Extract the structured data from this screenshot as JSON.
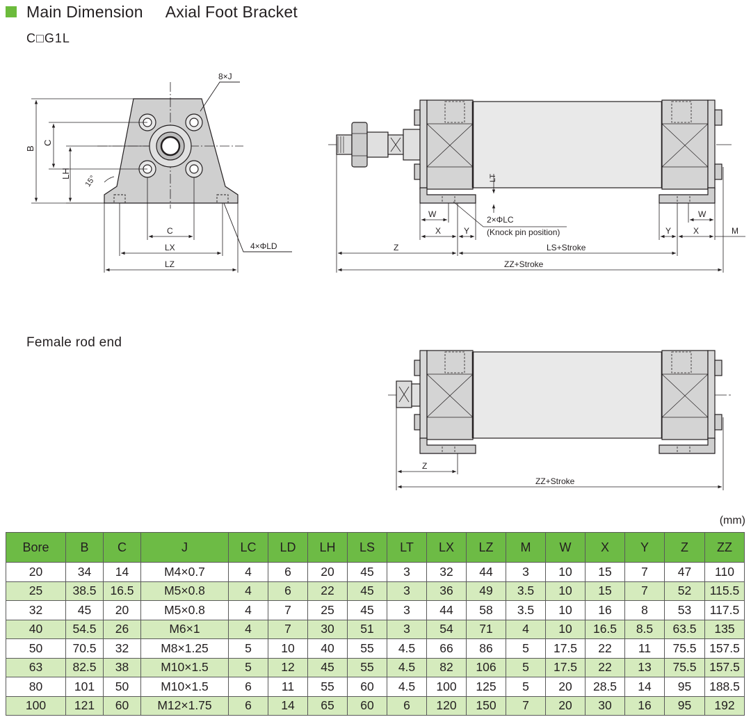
{
  "header": {
    "title": "Main Dimension",
    "subtitle": "Axial Foot Bracket",
    "model": "C□G1L",
    "bullet_color": "#6cbb3c"
  },
  "front_view": {
    "labels": {
      "j": "8×J",
      "b": "B",
      "c_vert": "C",
      "lh": "LH",
      "angle": "15°",
      "c": "C",
      "lx": "LX",
      "lz": "LZ",
      "ld": "4×ΦLD"
    }
  },
  "side_view": {
    "labels": {
      "lt": "LT",
      "w_left": "W",
      "lc": "2×ΦLC",
      "knock": "(Knock pin position)",
      "x_left": "X",
      "y_left": "Y",
      "y_right": "Y",
      "x_right": "X",
      "w_right": "W",
      "m": "M",
      "z": "Z",
      "ls": "LS+Stroke",
      "zz": "ZZ+Stroke"
    }
  },
  "female_view": {
    "heading": "Female rod end",
    "labels": {
      "z": "Z",
      "zz": "ZZ+Stroke"
    }
  },
  "table": {
    "unit": "(mm)",
    "header_color": "#6dbb45",
    "stripe_color": "#d5ebbd",
    "columns": [
      "Bore",
      "B",
      "C",
      "J",
      "LC",
      "LD",
      "LH",
      "LS",
      "LT",
      "LX",
      "LZ",
      "M",
      "W",
      "X",
      "Y",
      "Z",
      "ZZ"
    ],
    "rows": [
      [
        "20",
        "34",
        "14",
        "M4×0.7",
        "4",
        "6",
        "20",
        "45",
        "3",
        "32",
        "44",
        "3",
        "10",
        "15",
        "7",
        "47",
        "110"
      ],
      [
        "25",
        "38.5",
        "16.5",
        "M5×0.8",
        "4",
        "6",
        "22",
        "45",
        "3",
        "36",
        "49",
        "3.5",
        "10",
        "15",
        "7",
        "52",
        "115.5"
      ],
      [
        "32",
        "45",
        "20",
        "M5×0.8",
        "4",
        "7",
        "25",
        "45",
        "3",
        "44",
        "58",
        "3.5",
        "10",
        "16",
        "8",
        "53",
        "117.5"
      ],
      [
        "40",
        "54.5",
        "26",
        "M6×1",
        "4",
        "7",
        "30",
        "51",
        "3",
        "54",
        "71",
        "4",
        "10",
        "16.5",
        "8.5",
        "63.5",
        "135"
      ],
      [
        "50",
        "70.5",
        "32",
        "M8×1.25",
        "5",
        "10",
        "40",
        "55",
        "4.5",
        "66",
        "86",
        "5",
        "17.5",
        "22",
        "11",
        "75.5",
        "157.5"
      ],
      [
        "63",
        "82.5",
        "38",
        "M10×1.5",
        "5",
        "12",
        "45",
        "55",
        "4.5",
        "82",
        "106",
        "5",
        "17.5",
        "22",
        "13",
        "75.5",
        "157.5"
      ],
      [
        "80",
        "101",
        "50",
        "M10×1.5",
        "6",
        "11",
        "55",
        "60",
        "4.5",
        "100",
        "125",
        "5",
        "20",
        "28.5",
        "14",
        "95",
        "188.5"
      ],
      [
        "100",
        "121",
        "60",
        "M12×1.75",
        "6",
        "14",
        "65",
        "60",
        "6",
        "120",
        "150",
        "7",
        "20",
        "30",
        "16",
        "95",
        "192"
      ]
    ]
  }
}
